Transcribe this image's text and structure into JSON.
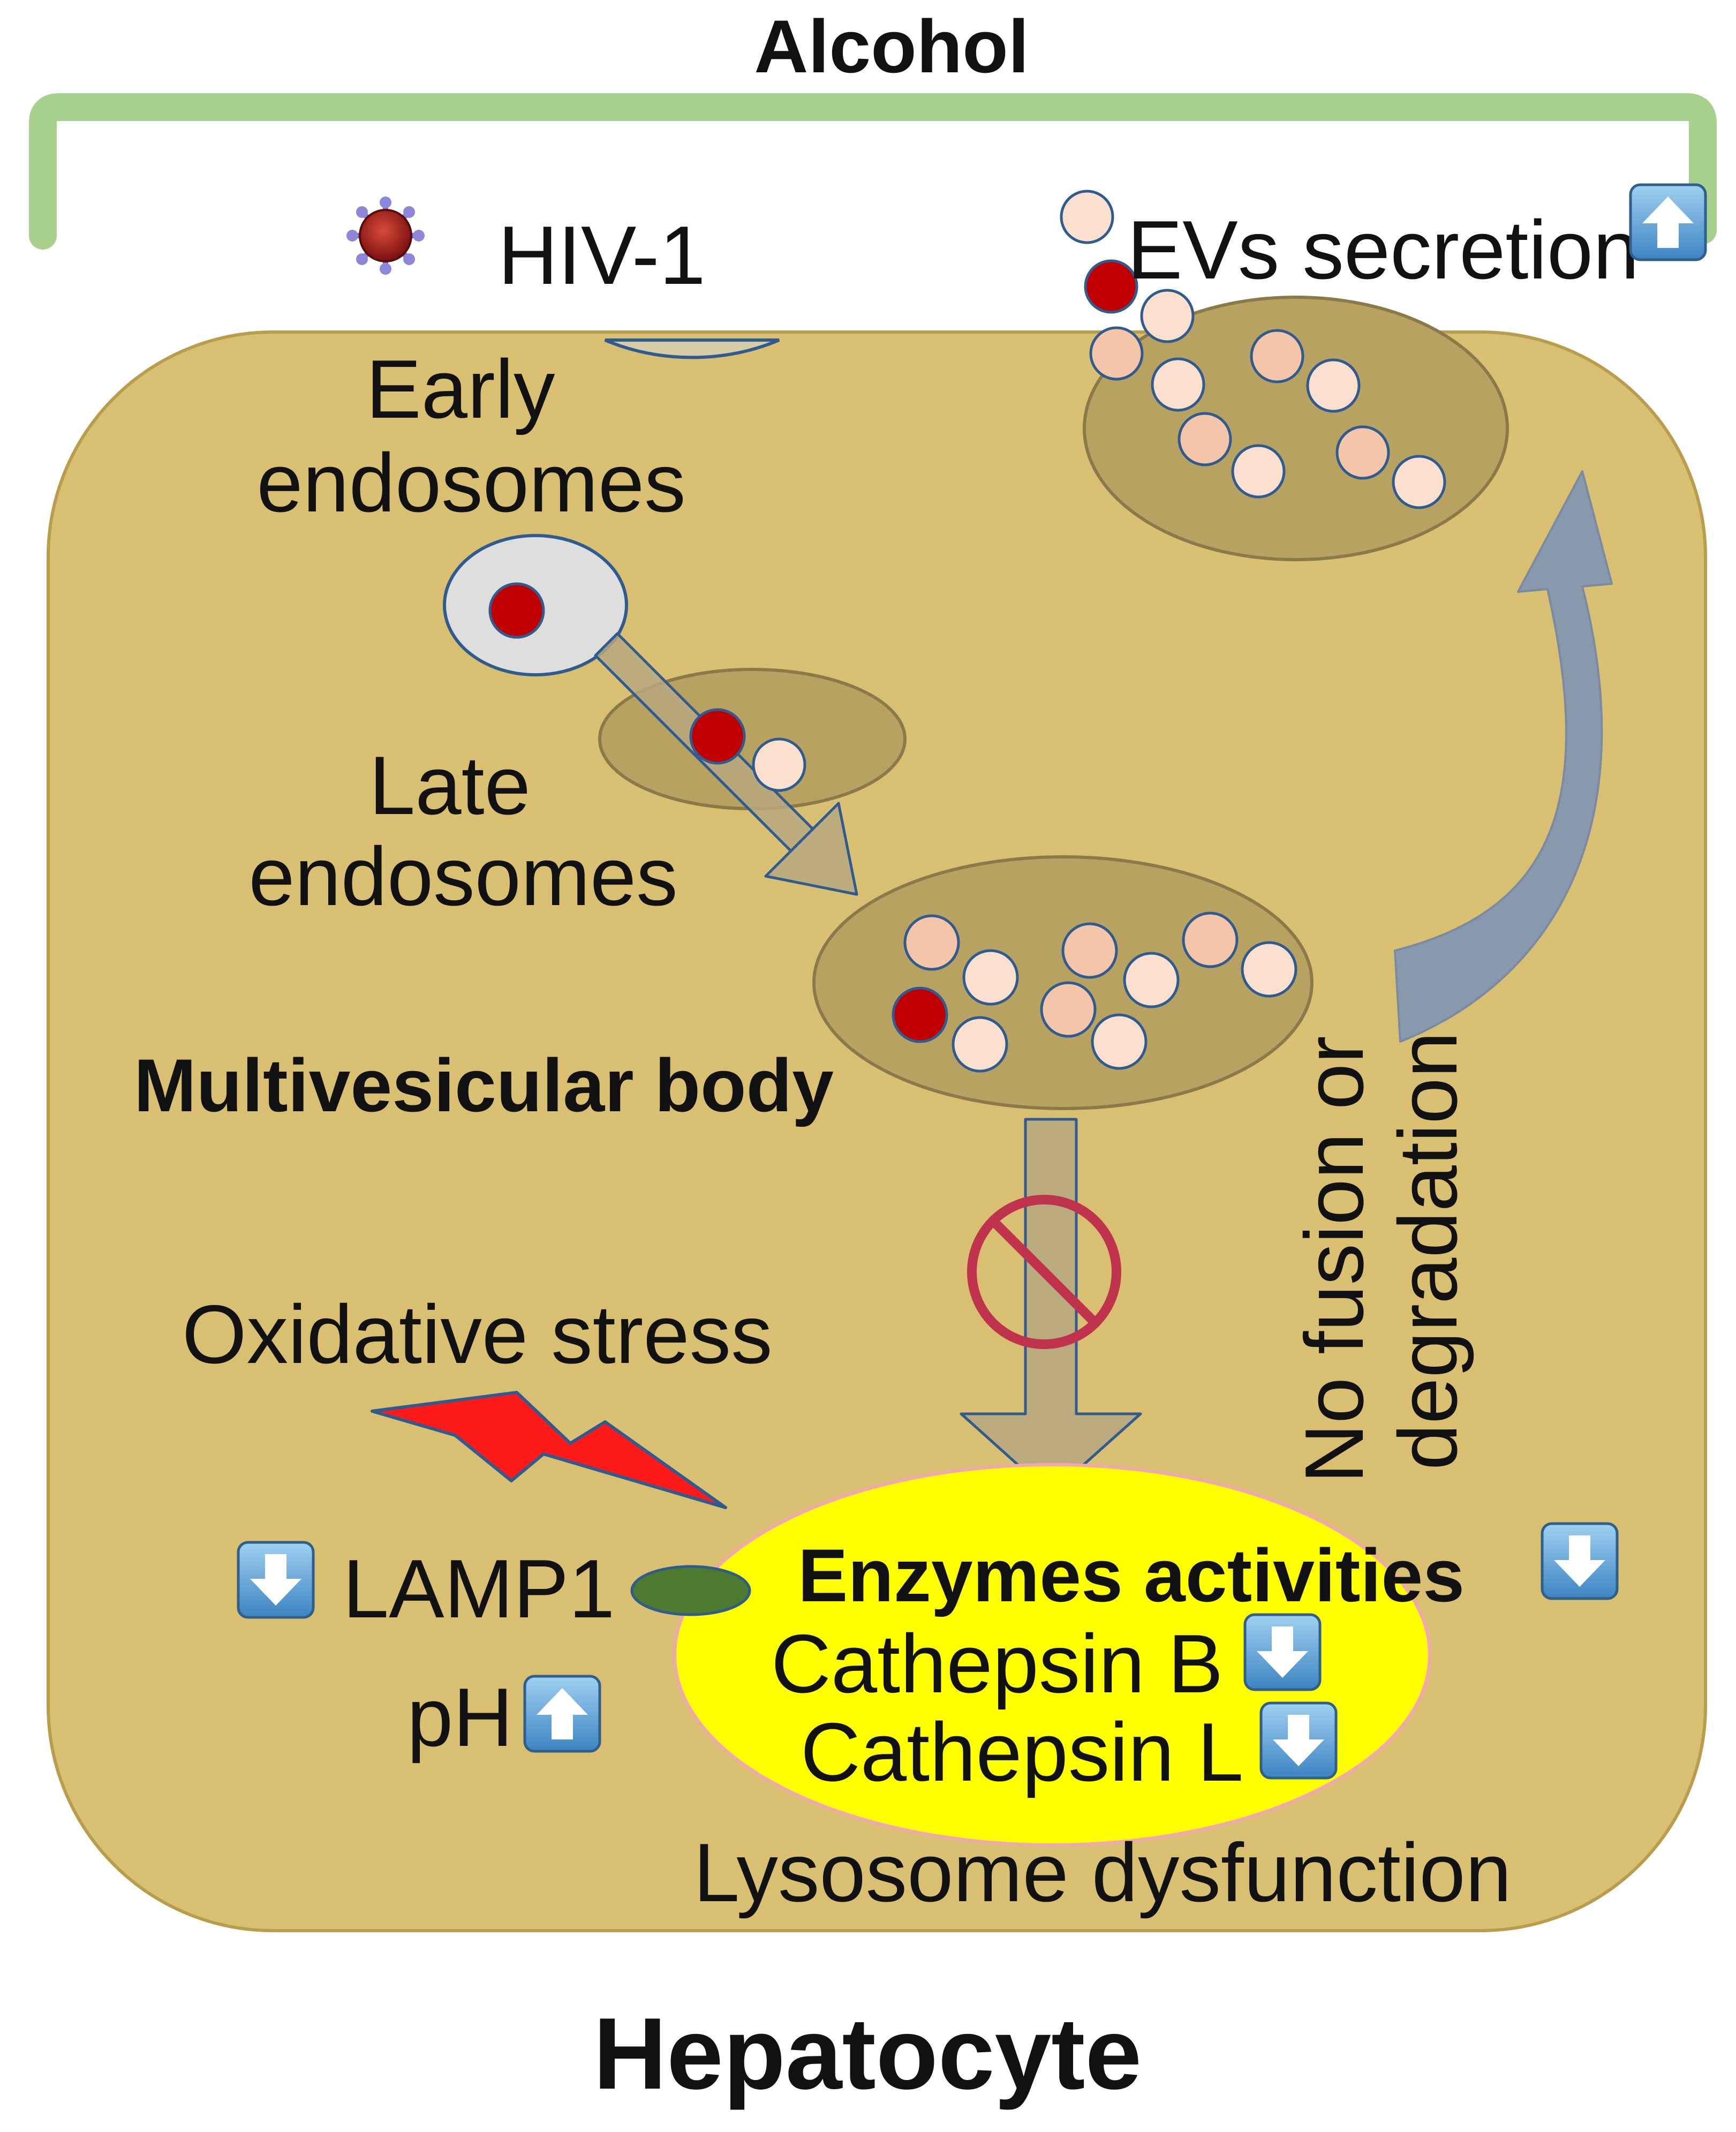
{
  "labels": {
    "alcohol": "Alcohol",
    "hiv": "HIV-1",
    "evs_secretion": "EVs secretion",
    "early_endosomes_1": "Early",
    "early_endosomes_2": "endosomes",
    "late_endosomes_1": "Late",
    "late_endosomes_2": "endosomes",
    "multivesicular_body": "Multivesicular body",
    "no_fusion_1": "No fusion or",
    "no_fusion_2": "degradation",
    "oxidative_stress": "Oxidative stress",
    "lamp1": "LAMP1",
    "ph": "pH",
    "enzymes_activities": "Enzymes activities",
    "cathepsin_b": "Cathepsin B",
    "cathepsin_l": "Cathepsin L",
    "lysosome_dysfunction": "Lysosome dysfunction",
    "hepatocyte": "Hepatocyte"
  },
  "indicators": {
    "evs_secretion": "up-arrow-icon",
    "lamp1": "down-arrow-icon",
    "ph": "up-arrow-icon",
    "enzymes_activities": "down-arrow-icon",
    "cathepsin_b": "down-arrow-icon",
    "cathepsin_l": "down-arrow-icon"
  },
  "colors": {
    "cell": "#d9bf72",
    "alcohol_bracket": "#a8d08d",
    "vesicle_compartment": "#b8a262",
    "early_endosome": "#dedede",
    "hiv_particle": "#c00000",
    "lysosome": "#ffff00",
    "lamp1": "#4e7a30",
    "oxidative_stress": "#ff1a1a",
    "flow_arrow": "#b6a77f",
    "curved_arrow": "#8496b0",
    "inhibition": "#c0334d"
  }
}
